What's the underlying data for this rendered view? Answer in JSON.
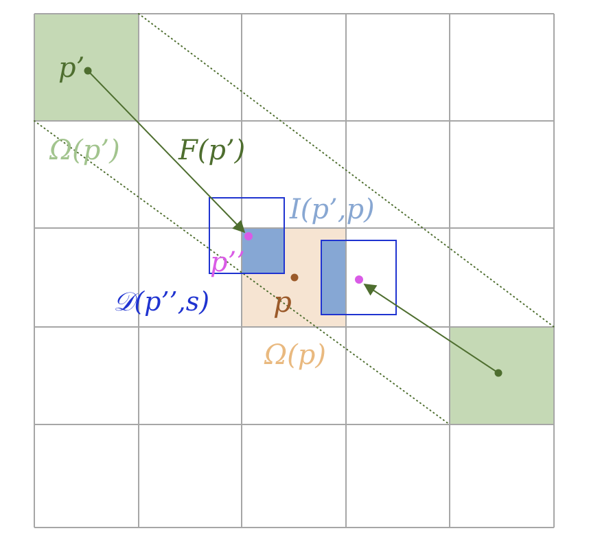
{
  "grid": {
    "rows": 5,
    "cols": 5,
    "line_color": "#a6a6a6"
  },
  "colors": {
    "cell_green": "#c5d9b5",
    "cell_peach": "#f6e4d2",
    "overlap_blue": "#86a7d4",
    "box_blue": "#1f33d0",
    "arrow_green": "#4e6e2f",
    "dot_magenta": "#d95be6",
    "dot_brown": "#9b5a2a",
    "label_lightgreen": "#a2c48e",
    "label_lightblue": "#88a7d2",
    "label_tan": "#e9b97f"
  },
  "labels": {
    "p_prime": "p’",
    "omega_p_prime": "Ω(p’)",
    "f_p_prime": "F(p’)",
    "i_p_prime_p": "I(p’,p)",
    "p_double_prime": "p’’",
    "d_p_double_prime_s": "𝒟(p’’,s)",
    "p": "p",
    "omega_p": "Ω(p)"
  }
}
